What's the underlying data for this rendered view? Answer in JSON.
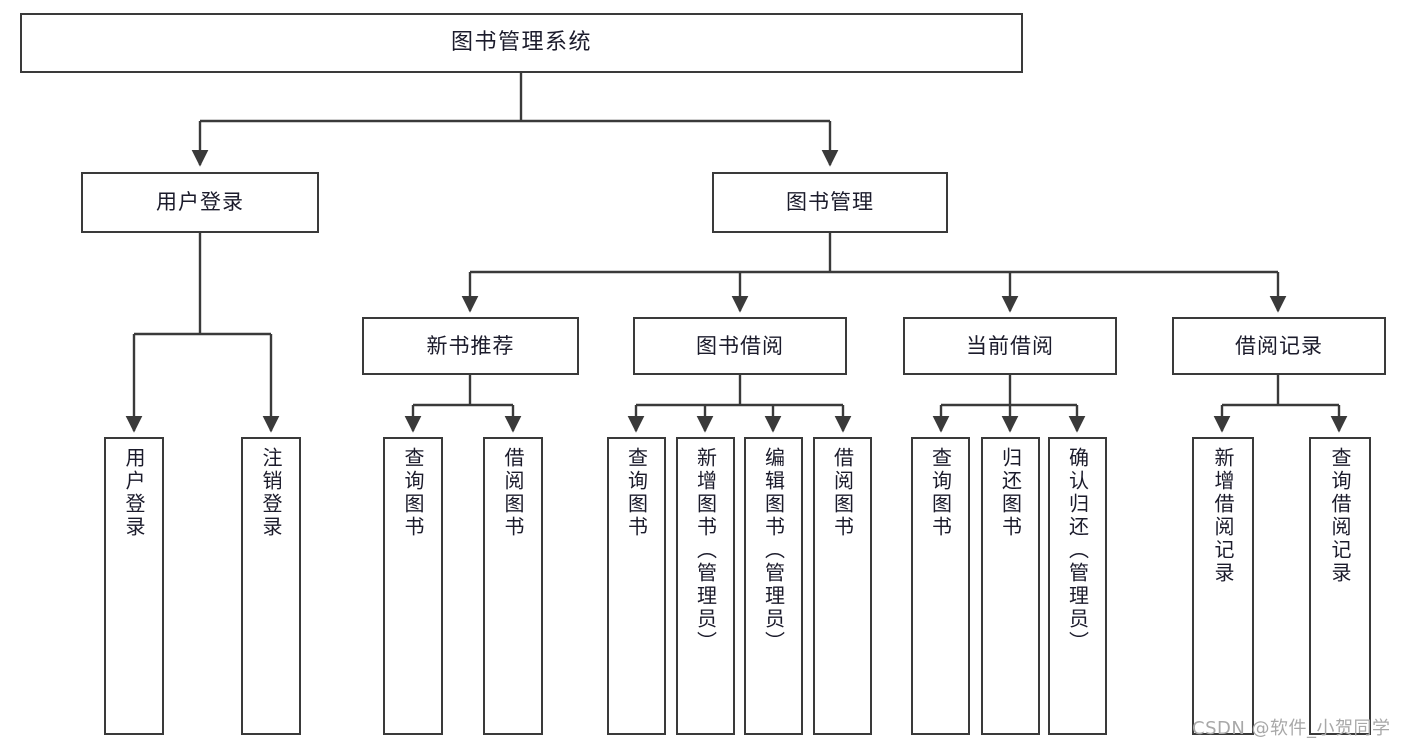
{
  "diagram": {
    "type": "tree-hierarchy-diagram",
    "title": "图书管理系统",
    "orientation": "top-down",
    "colors": {
      "box_border": "#3a3a3a",
      "box_fill": "#ffffff",
      "edge": "#3a3a3a",
      "text": "#1b1b2b",
      "watermark": "#a8a8a8",
      "background": "#ffffff"
    },
    "levels": {
      "level1": [
        "图书管理系统"
      ],
      "level2": [
        "用户登录",
        "图书管理"
      ],
      "level3": [
        "新书推荐",
        "图书借阅",
        "当前借阅",
        "借阅记录"
      ],
      "level4": [
        "用户登录",
        "注销登录",
        "查询图书",
        "借阅图书",
        "查询图书",
        "新增图书（管理员）",
        "编辑图书（管理员）",
        "借阅图书",
        "查询图书",
        "归还图书",
        "确认归还（管理员）",
        "新增借阅记录",
        "查询借阅记录"
      ]
    },
    "nodes": {
      "root": {
        "label": "图书管理系统"
      },
      "user_login": {
        "label": "用户登录"
      },
      "book_manage": {
        "label": "图书管理"
      },
      "new_book_rec": {
        "label": "新书推荐"
      },
      "book_borrow": {
        "label": "图书借阅"
      },
      "current_borrow": {
        "label": "当前借阅"
      },
      "borrow_record": {
        "label": "借阅记录"
      },
      "leaf_user_login": {
        "label": "用户登录"
      },
      "leaf_logout": {
        "label": "注销登录"
      },
      "leaf_query_book_1": {
        "label": "查询图书"
      },
      "leaf_borrow_book_1": {
        "label": "借阅图书"
      },
      "leaf_query_book_2": {
        "label": "查询图书"
      },
      "leaf_add_book_admin": {
        "label": "新增图书（管理员）"
      },
      "leaf_edit_book_admin": {
        "label": "编辑图书（管理员）"
      },
      "leaf_borrow_book_2": {
        "label": "借阅图书"
      },
      "leaf_query_book_3": {
        "label": "查询图书"
      },
      "leaf_return_book": {
        "label": "归还图书"
      },
      "leaf_confirm_return_admin": {
        "label": "确认归还（管理员）"
      },
      "leaf_add_record": {
        "label": "新增借阅记录"
      },
      "leaf_query_record": {
        "label": "查询借阅记录"
      }
    },
    "edges": [
      {
        "from": "图书管理系统",
        "to": "用户登录"
      },
      {
        "from": "图书管理系统",
        "to": "图书管理"
      },
      {
        "from": "用户登录",
        "to": "用户登录"
      },
      {
        "from": "用户登录",
        "to": "注销登录"
      },
      {
        "from": "图书管理",
        "to": "新书推荐"
      },
      {
        "from": "图书管理",
        "to": "图书借阅"
      },
      {
        "from": "图书管理",
        "to": "当前借阅"
      },
      {
        "from": "图书管理",
        "to": "借阅记录"
      },
      {
        "from": "新书推荐",
        "to": "查询图书"
      },
      {
        "from": "新书推荐",
        "to": "借阅图书"
      },
      {
        "from": "图书借阅",
        "to": "查询图书"
      },
      {
        "from": "图书借阅",
        "to": "新增图书（管理员）"
      },
      {
        "from": "图书借阅",
        "to": "编辑图书（管理员）"
      },
      {
        "from": "图书借阅",
        "to": "借阅图书"
      },
      {
        "from": "当前借阅",
        "to": "查询图书"
      },
      {
        "from": "当前借阅",
        "to": "归还图书"
      },
      {
        "from": "当前借阅",
        "to": "确认归还（管理员）"
      },
      {
        "from": "借阅记录",
        "to": "新增借阅记录"
      },
      {
        "from": "借阅记录",
        "to": "查询借阅记录"
      }
    ]
  },
  "watermark": {
    "text": "CSDN @软件_小贺同学"
  }
}
